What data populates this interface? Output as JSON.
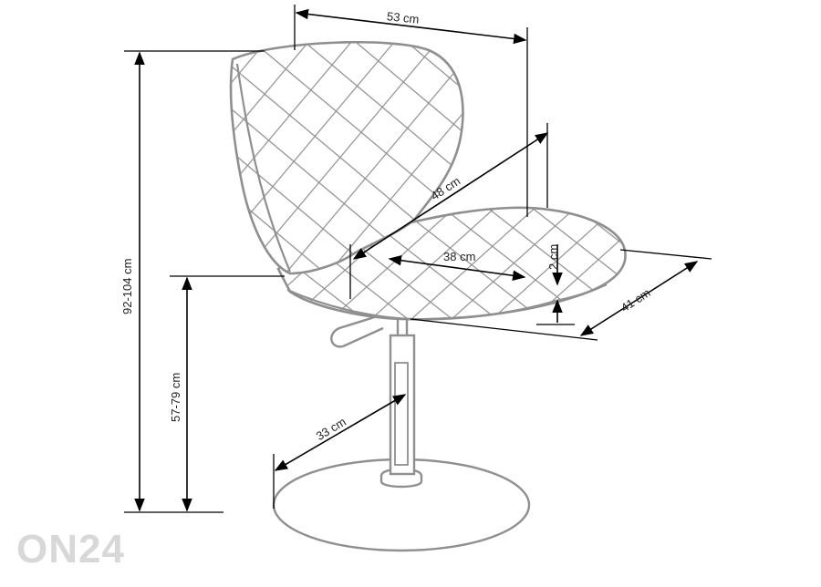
{
  "diagram": {
    "subject": "swivel bar chair",
    "colors": {
      "outline": "#8f8f8f",
      "dimension": "#000000",
      "watermark": "#d8d8d8"
    },
    "dimensions": {
      "seat_width": "53 cm",
      "seat_diagonal": "48 cm",
      "seat_depth": "38 cm",
      "seat_thickness": "2 cm",
      "seat_side": "41 cm",
      "total_height": "92-104 cm",
      "seat_height": "57-79 cm",
      "base_radius": "33 cm"
    },
    "watermark": "ON24"
  }
}
